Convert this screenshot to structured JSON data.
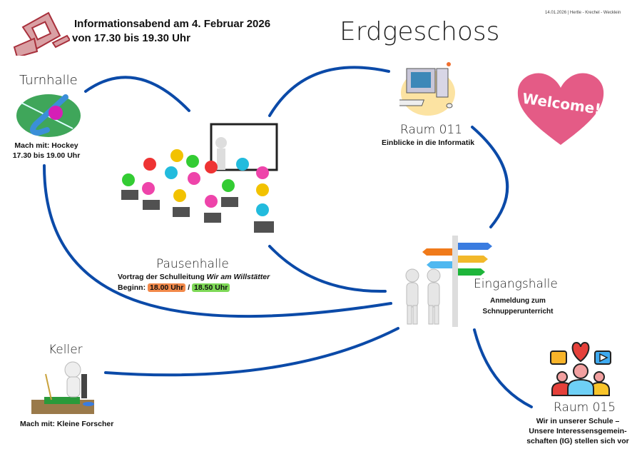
{
  "header": {
    "event_line1": "Informationsabend am 4. Februar 2026",
    "event_line2": "von 17.30 bis 19.30 Uhr",
    "title": "Erdgeschoss",
    "meta": "14.01.2026 | Hertle - Krechel - Wecklein"
  },
  "welcome": {
    "text": "Welcome!",
    "color": "#e45b86"
  },
  "rooms": {
    "turnhalle": {
      "name": "Turnhalle",
      "line1": "Mach mit: Hockey",
      "line2": "17.30 bis 19.00 Uhr"
    },
    "pausenhalle": {
      "name": "Pausenhalle",
      "desc": "Vortrag der Schulleitung ",
      "desc_italic": "Wir am Willstätter",
      "begin_label": "Beginn:",
      "time1": "18.00 Uhr",
      "separator": "/",
      "time2": "18.50 Uhr",
      "time1_color": "#f2894a",
      "time2_color": "#7ed957"
    },
    "raum011": {
      "name": "Raum 011",
      "desc": "Einblicke in die Informatik"
    },
    "eingangshalle": {
      "name": "Eingangshalle",
      "line1": "Anmeldung zum",
      "line2": "Schnupperunterricht"
    },
    "keller": {
      "name": "Keller",
      "desc": "Mach mit: Kleine Forscher"
    },
    "raum015": {
      "name": "Raum 015",
      "line1": "Wir in unserer Schule –",
      "line2": "Unsere Interessensgemein-",
      "line3": "schaften (IG) stellen sich vor"
    }
  },
  "colors": {
    "connector": "#0b4aa8",
    "logo": "#b0323f"
  }
}
